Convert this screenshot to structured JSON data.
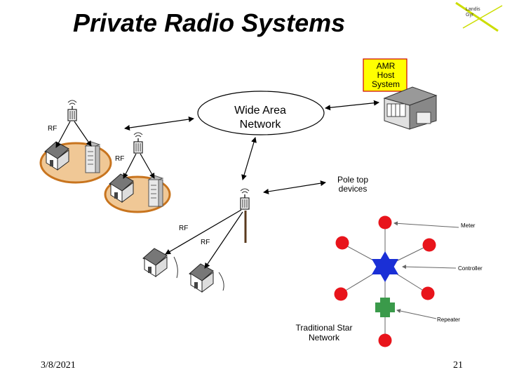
{
  "title": "Private Radio Systems",
  "logo": {
    "line1": "Landis",
    "line2": "Gyr"
  },
  "nodes": {
    "wide_area_network": [
      "Wide Area",
      "Network"
    ],
    "amr_host_system": [
      "AMR",
      "Host",
      "System"
    ],
    "pole_top_devices": [
      "Pole top",
      "devices"
    ]
  },
  "rf_label": "RF",
  "star_network": {
    "caption": [
      "Traditional Star",
      "Network"
    ],
    "labels": {
      "meter": "Meter",
      "controller": "Controller",
      "repeater": "Repeater"
    }
  },
  "footer": {
    "date": "3/8/2021",
    "page": "21"
  },
  "colors": {
    "meter": "#e8141b",
    "controller": "#1a2fd6",
    "repeater": "#3a9a4a",
    "logo_accent": "#ccdd00"
  }
}
